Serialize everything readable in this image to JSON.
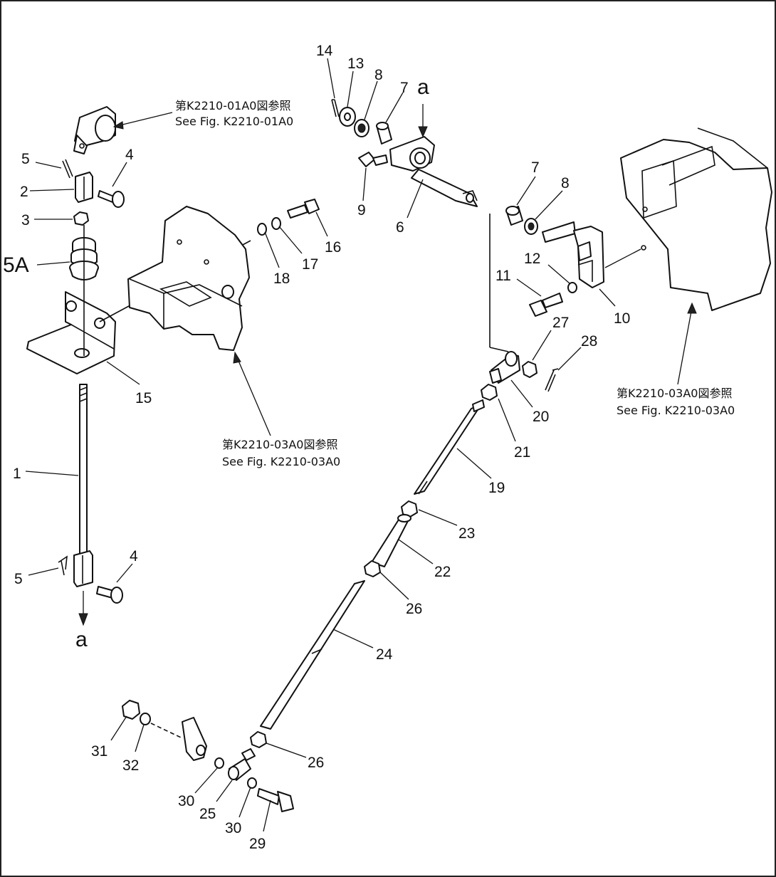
{
  "callouts": {
    "c1": "1",
    "c2": "2",
    "c3": "3",
    "c4a": "4",
    "c4b": "4",
    "c5a": "5",
    "c5b": "5",
    "c5A": "5A",
    "c6": "6",
    "c7a": "7",
    "c7b": "7",
    "c8a": "8",
    "c8b": "8",
    "c9": "9",
    "c10": "10",
    "c11": "11",
    "c12": "12",
    "c13": "13",
    "c14": "14",
    "c15": "15",
    "c16": "16",
    "c17": "17",
    "c18": "18",
    "c19": "19",
    "c20": "20",
    "c21": "21",
    "c22": "22",
    "c23": "23",
    "c24": "24",
    "c25": "25",
    "c26a": "26",
    "c26b": "26",
    "c27": "27",
    "c28": "28",
    "c29": "29",
    "c30a": "30",
    "c30b": "30",
    "c31": "31",
    "c32": "32",
    "a_top": "a",
    "a_bottom": "a"
  },
  "references": {
    "ref_01_jp": "第K2210-01A0図参照",
    "ref_01_en": "See Fig. K2210-01A0",
    "ref_03_left_jp": "第K2210-03A0図参照",
    "ref_03_left_en": "See Fig. K2210-03A0",
    "ref_03_right_jp": "第K2210-03A0図参照",
    "ref_03_right_en": "See Fig. K2210-03A0"
  }
}
